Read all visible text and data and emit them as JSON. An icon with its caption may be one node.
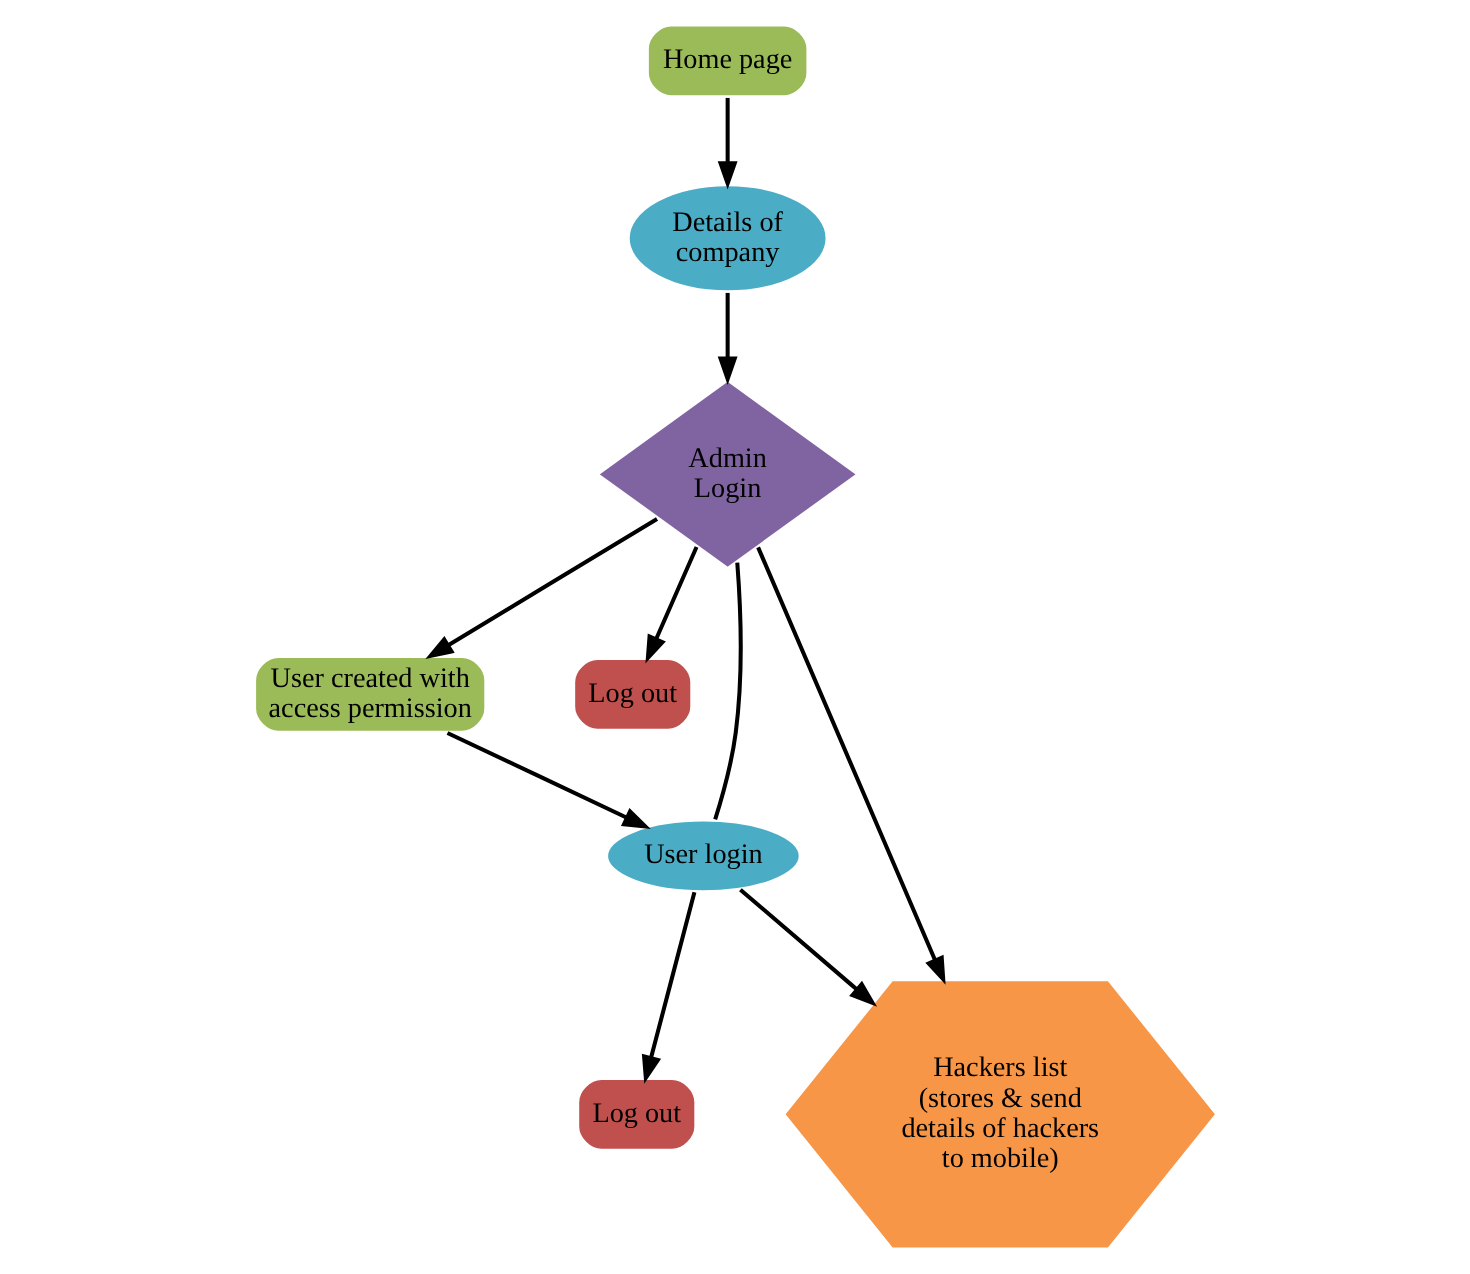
{
  "diagram": {
    "nodes": [
      {
        "text": [
          "Home page"
        ]
      },
      {
        "text": [
          "User created with access permission"
        ]
      },
      {
        "text": [
          "Admin Login"
        ]
      },
      {
        "text": [
          "Log out"
        ]
      },
      {
        "text": [
          "User login"
        ]
      },
      {
        "text": [
          "Details of company"
        ]
      },
      {
        "text": [
          "Hackers list (stores & send details of hackers to mobile)"
        ]
      },
      {
        "text": [
          "Log out"
        ]
      }
    ],
    "edges": [
      {
        "from": 0,
        "to": 5,
        "arrow": "to"
      },
      {
        "from": 2,
        "to": 1,
        "arrow": "to"
      },
      {
        "from": 1,
        "to": 4,
        "arrow": "to"
      },
      {
        "from": 2,
        "to": 3,
        "arrow": "to"
      },
      {
        "from": 2,
        "to": 4,
        "arrow": "none"
      },
      {
        "from": 5,
        "to": 2,
        "arrow": "to"
      },
      {
        "from": 2,
        "to": 6,
        "arrow": "to"
      },
      {
        "from": 4,
        "to": 6,
        "arrow": "to"
      },
      {
        "from": 4,
        "to": 7,
        "arrow": "to"
      }
    ]
  }
}
